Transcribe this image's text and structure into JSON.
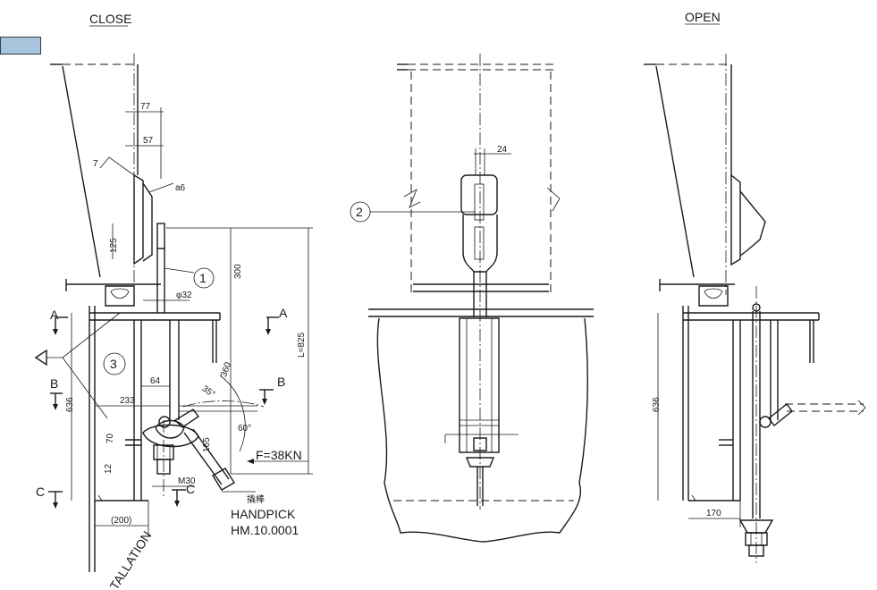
{
  "views": {
    "close_title": "CLOSE",
    "open_title": "OPEN"
  },
  "balloons": {
    "one": "1",
    "two": "2",
    "three": "3"
  },
  "dimensions": {
    "d77": "77",
    "d57": "57",
    "d24": "24",
    "d7": "7",
    "a6": "a6",
    "d125": "125",
    "d300": "300",
    "phi32": "φ32",
    "l825": "L=825",
    "d360": "360",
    "d64": "64",
    "d233": "233",
    "d636_left": "636",
    "d35": "35°",
    "d60": "60°",
    "d70": "70",
    "d165": "165",
    "d12": "12",
    "force": "F=38KN",
    "m30": "M30",
    "d200": "(200)",
    "d636_right": "636",
    "d170": "170"
  },
  "sections": {
    "a_left": "A",
    "a_right": "A",
    "b_left": "B",
    "b_right": "B",
    "c_left": "C",
    "c_right": "C"
  },
  "handpick": {
    "chinese": "撬棒",
    "name": "HANDPICK",
    "code": "HM.10.0001"
  },
  "installation_text": "TALLATION",
  "colors": {
    "line": "#1a1a1a",
    "tab_fill": "#a8c4dc",
    "tab_border": "#2c3e50"
  }
}
